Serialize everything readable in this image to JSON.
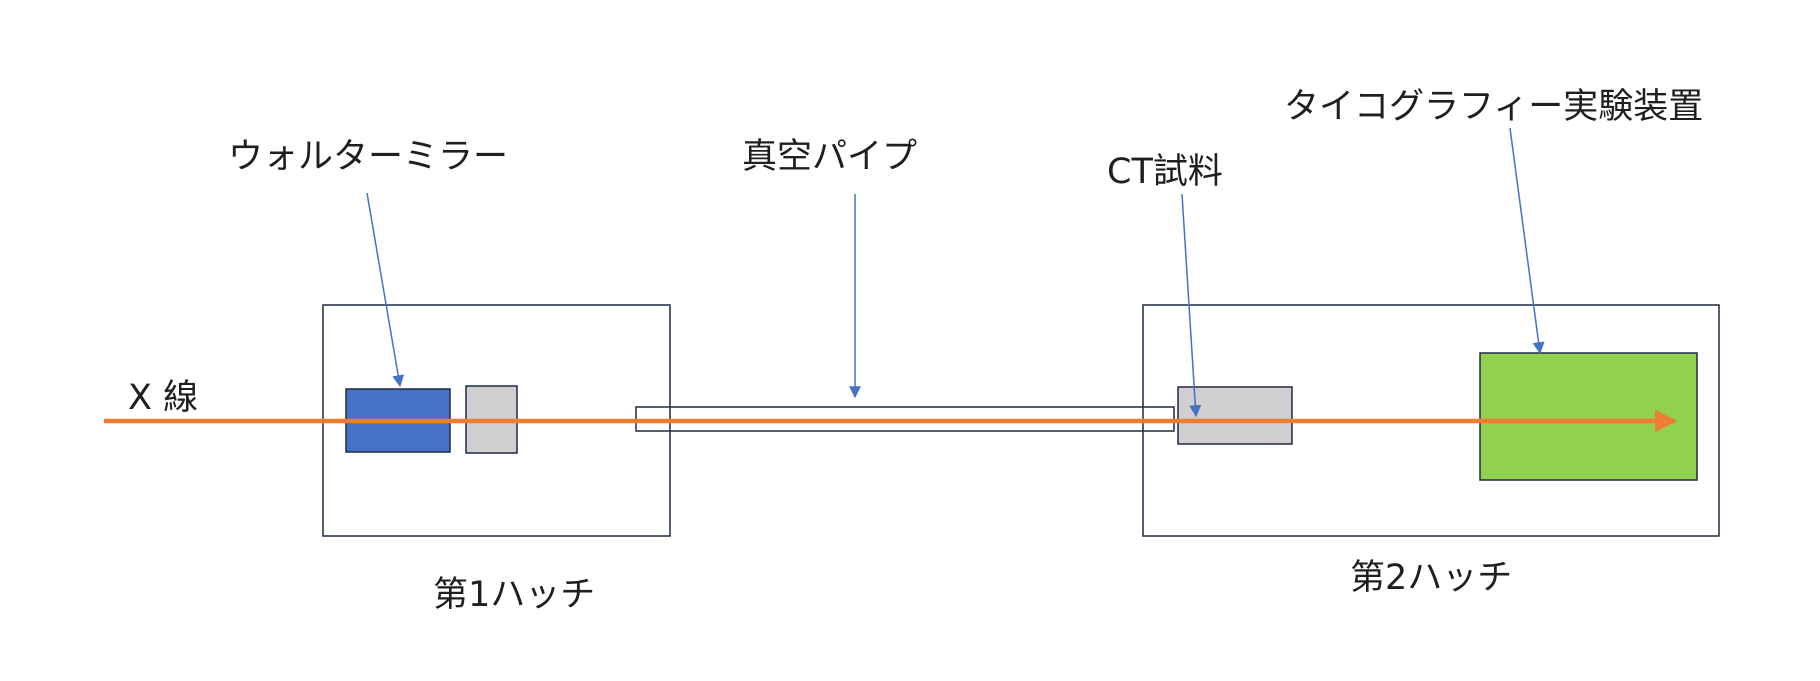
{
  "labels": {
    "walter_mirror": "ウォルターミラー",
    "vacuum_pipe": "真空パイプ",
    "ct_sample": "CT試料",
    "ptychography": "タイコグラフィー実験装置",
    "xray": "X 線",
    "hutch1": "第1ハッチ",
    "hutch2": "第2ハッチ"
  },
  "colors": {
    "beam": "#ED7D31",
    "pointer": "#4472C4",
    "outline": "#1F2A44",
    "mirror_fill": "#4472C4",
    "component_fill": "#D0CECE",
    "ptychography_fill": "#92D050"
  }
}
